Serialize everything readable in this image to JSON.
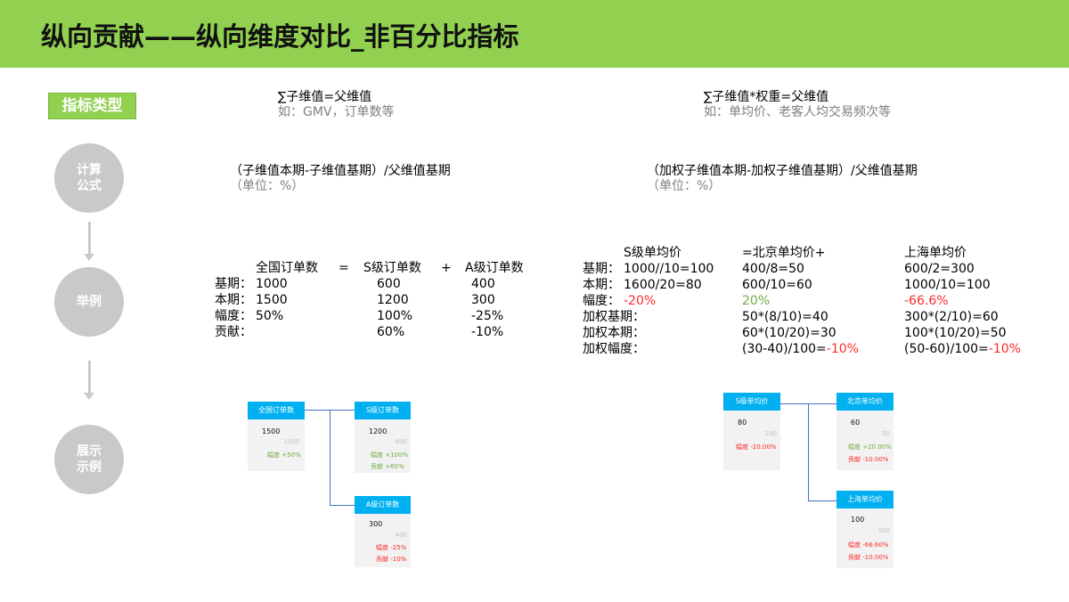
{
  "title": "纵向贡献——纵向维度对比_非百分比指标",
  "sidebar": {
    "type_label": "指标类型",
    "steps": [
      {
        "line1": "计算",
        "line2": "公式"
      },
      {
        "line1": "举例",
        "line2": ""
      },
      {
        "line1": "展示",
        "line2": "示例"
      }
    ]
  },
  "left": {
    "type_formula": "∑子维值=父维值",
    "type_example": "如：GMV，订单数等",
    "calc_formula": "（子维值本期-子维值基期）/父维值基期",
    "calc_unit": "（单位：%）",
    "example": {
      "headers": [
        "全国订单数",
        "=",
        "S级订单数",
        "+",
        "A级订单数"
      ],
      "rows": [
        {
          "label": "基期：",
          "cells": [
            "1000",
            "600",
            "400"
          ]
        },
        {
          "label": "本期：",
          "cells": [
            "1500",
            "1200",
            "300"
          ]
        },
        {
          "label": "幅度：",
          "cells": [
            "50%",
            "100%",
            "-25%"
          ]
        },
        {
          "label": "贡献：",
          "cells": [
            "",
            "60%",
            "-10%"
          ]
        }
      ]
    },
    "cards": [
      {
        "title": "全国订单数",
        "value": "1500",
        "base": "1000",
        "l1_label": "幅度",
        "l1_value": "+50%",
        "l2_label": "",
        "l2_value": ""
      },
      {
        "title": "S级订单数",
        "value": "1200",
        "base": "600",
        "l1_label": "幅度",
        "l1_value": "+100%",
        "l2_label": "贡献",
        "l2_value": "+60%"
      },
      {
        "title": "A级订单数",
        "value": "300",
        "base": "400",
        "l1_label": "幅度",
        "l1_value": "-25%",
        "l2_label": "贡献",
        "l2_value": "-10%"
      }
    ]
  },
  "right": {
    "type_formula": "∑子维值*权重=父维值",
    "type_example": "如：单均价、老客人均交易频次等",
    "calc_formula": "（加权子维值本期-加权子维值基期）/父维值基期",
    "calc_unit": "（单位：%）",
    "example": {
      "headers": [
        "S级单均价",
        "=北京单均价+",
        "上海单均价"
      ],
      "rows": [
        {
          "label": "基期：",
          "c1": "1000//10=100",
          "c2": "400/8=50",
          "c3": "600/2=300"
        },
        {
          "label": "本期：",
          "c1": "1600/20=80",
          "c2": "600/10=60",
          "c3": "1000/10=100"
        },
        {
          "label": "幅度：",
          "c1": "-20%",
          "c2": "20%",
          "c3": "-66.6%"
        },
        {
          "label": "加权基期：",
          "c1": "",
          "c2": "50*(8/10)=40",
          "c3": "300*(2/10)=60"
        },
        {
          "label": "加权本期：",
          "c1": "",
          "c2": "60*(10/20)=30",
          "c3": "100*(10/20)=50"
        },
        {
          "label": "加权幅度：",
          "c1": "",
          "c2_prefix": "(30-40)/100=",
          "c2": "-10%",
          "c3_prefix": "(50-60)/100=",
          "c3": "-10%"
        }
      ]
    },
    "cards": [
      {
        "title": "S级单均价",
        "value": "80",
        "base": "100",
        "l1_label": "幅度",
        "l1_value": "-20.00%",
        "l2_label": "",
        "l2_value": ""
      },
      {
        "title": "北京单均价",
        "value": "60",
        "base": "50",
        "l1_label": "幅度",
        "l1_value": "+20.00%",
        "l2_label": "贡献",
        "l2_value": "-10.00%"
      },
      {
        "title": "上海单均价",
        "value": "100",
        "base": "300",
        "l1_label": "幅度",
        "l1_value": "-66.60%",
        "l2_label": "贡献",
        "l2_value": "-10.00%"
      }
    ]
  },
  "colors": {
    "green": "#92d050",
    "card_head": "#00b0f0",
    "red": "#ff2a2a",
    "positive": "#70ad47",
    "connector": "#4472c4"
  }
}
